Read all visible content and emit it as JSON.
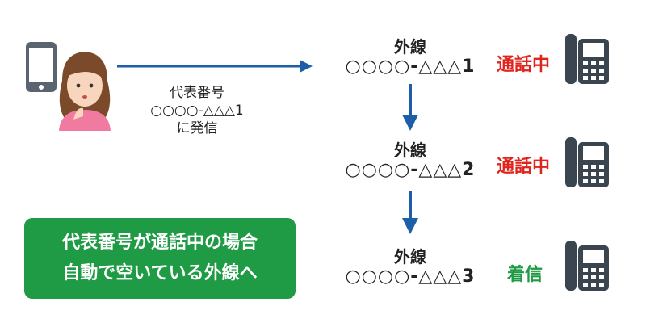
{
  "caller": {
    "label_line1": "代表番号",
    "label_line2": "○○○○-△△△1",
    "label_line3": "に発信"
  },
  "lines": [
    {
      "title": "外線",
      "number": "○○○○-△△△1",
      "status": "通話中",
      "status_color": "#e0241b"
    },
    {
      "title": "外線",
      "number": "○○○○-△△△2",
      "status": "通話中",
      "status_color": "#e0241b"
    },
    {
      "title": "外線",
      "number": "○○○○-△△△3",
      "status": "着信",
      "status_color": "#1f9a45"
    }
  ],
  "callout": {
    "line1": "代表番号が通話中の場合",
    "line2": "自動で空いている外線へ"
  },
  "colors": {
    "arrow": "#1c5fa8",
    "callout_bg": "#1f9a45",
    "phone": "#3a4550"
  }
}
